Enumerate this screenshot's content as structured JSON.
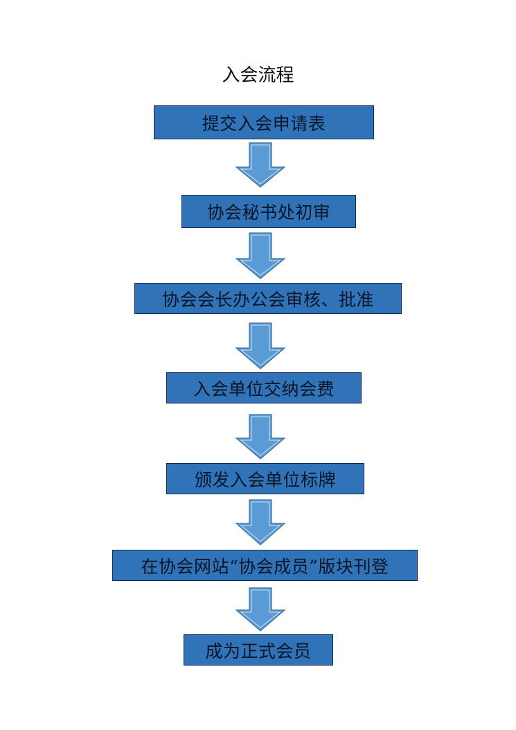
{
  "title": "入会流程",
  "colors": {
    "box_fill": "#3173b9",
    "box_border": "#0f2a4a",
    "arrow_fill": "#5b9bd5",
    "arrow_outline": "#41719c",
    "text": "#0c1526"
  },
  "steps": [
    {
      "label": "提交入会申请表"
    },
    {
      "label": "协会秘书处初审"
    },
    {
      "label": "协会会长办公会审核、批准"
    },
    {
      "label": "入会单位交纳会费"
    },
    {
      "label": "颁发入会单位标牌"
    },
    {
      "label": "在协会网站“协会成员”版块刊登"
    },
    {
      "label": "成为正式会员"
    }
  ],
  "connectors": [
    {
      "from": 0,
      "to": 1,
      "icon": "down-arrow-icon"
    },
    {
      "from": 1,
      "to": 2,
      "icon": "down-arrow-icon"
    },
    {
      "from": 2,
      "to": 3,
      "icon": "down-arrow-icon"
    },
    {
      "from": 3,
      "to": 4,
      "icon": "down-arrow-icon"
    },
    {
      "from": 4,
      "to": 5,
      "icon": "down-arrow-icon"
    },
    {
      "from": 5,
      "to": 6,
      "icon": "down-arrow-icon"
    }
  ]
}
